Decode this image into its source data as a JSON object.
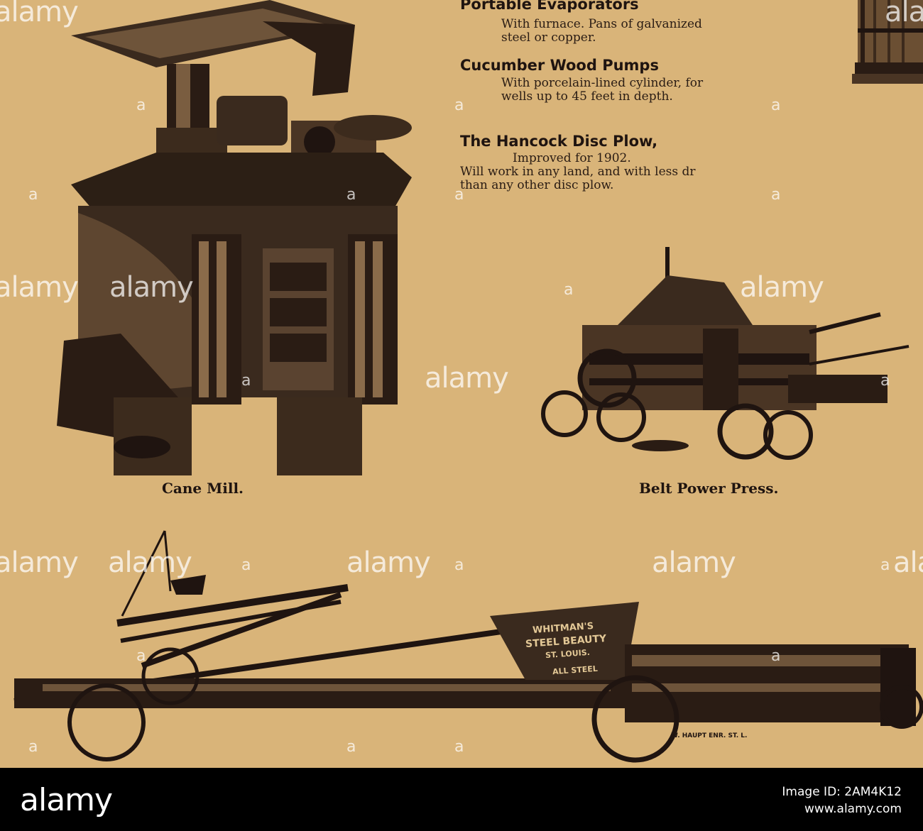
{
  "ad": {
    "evaporators": {
      "title": "Portable Evaporators",
      "lines": [
        "With furnace. Pans of galvanized",
        "steel or copper."
      ]
    },
    "pumps": {
      "title": "Cucumber Wood Pumps",
      "lines": [
        "With porcelain-lined cylinder, for",
        "wells up to 45 feet in depth."
      ]
    },
    "plow": {
      "title": "The Hancock Disc Plow,",
      "lines": [
        "Improved for 1902.",
        "Will work in any land, and with less dr",
        "than any other disc plow."
      ]
    },
    "captions": {
      "cane_mill": "Cane Mill.",
      "belt_press": "Belt Power Press."
    },
    "press_labels": [
      "WHITMAN'S",
      "STEEL BEAUTY",
      "ST. LOUIS.",
      "ALL STEEL"
    ],
    "engraver": "W. HAUPT ENR. ST. L."
  },
  "watermark": {
    "text": "alamy",
    "mark": "a"
  },
  "footer": {
    "logo": "alamy",
    "image_id": "Image ID: 2AM4K12",
    "url": "www.alamy.com"
  },
  "colors": {
    "paper": "#d9b479",
    "ink": "#1f1410",
    "footer": "#000000"
  }
}
